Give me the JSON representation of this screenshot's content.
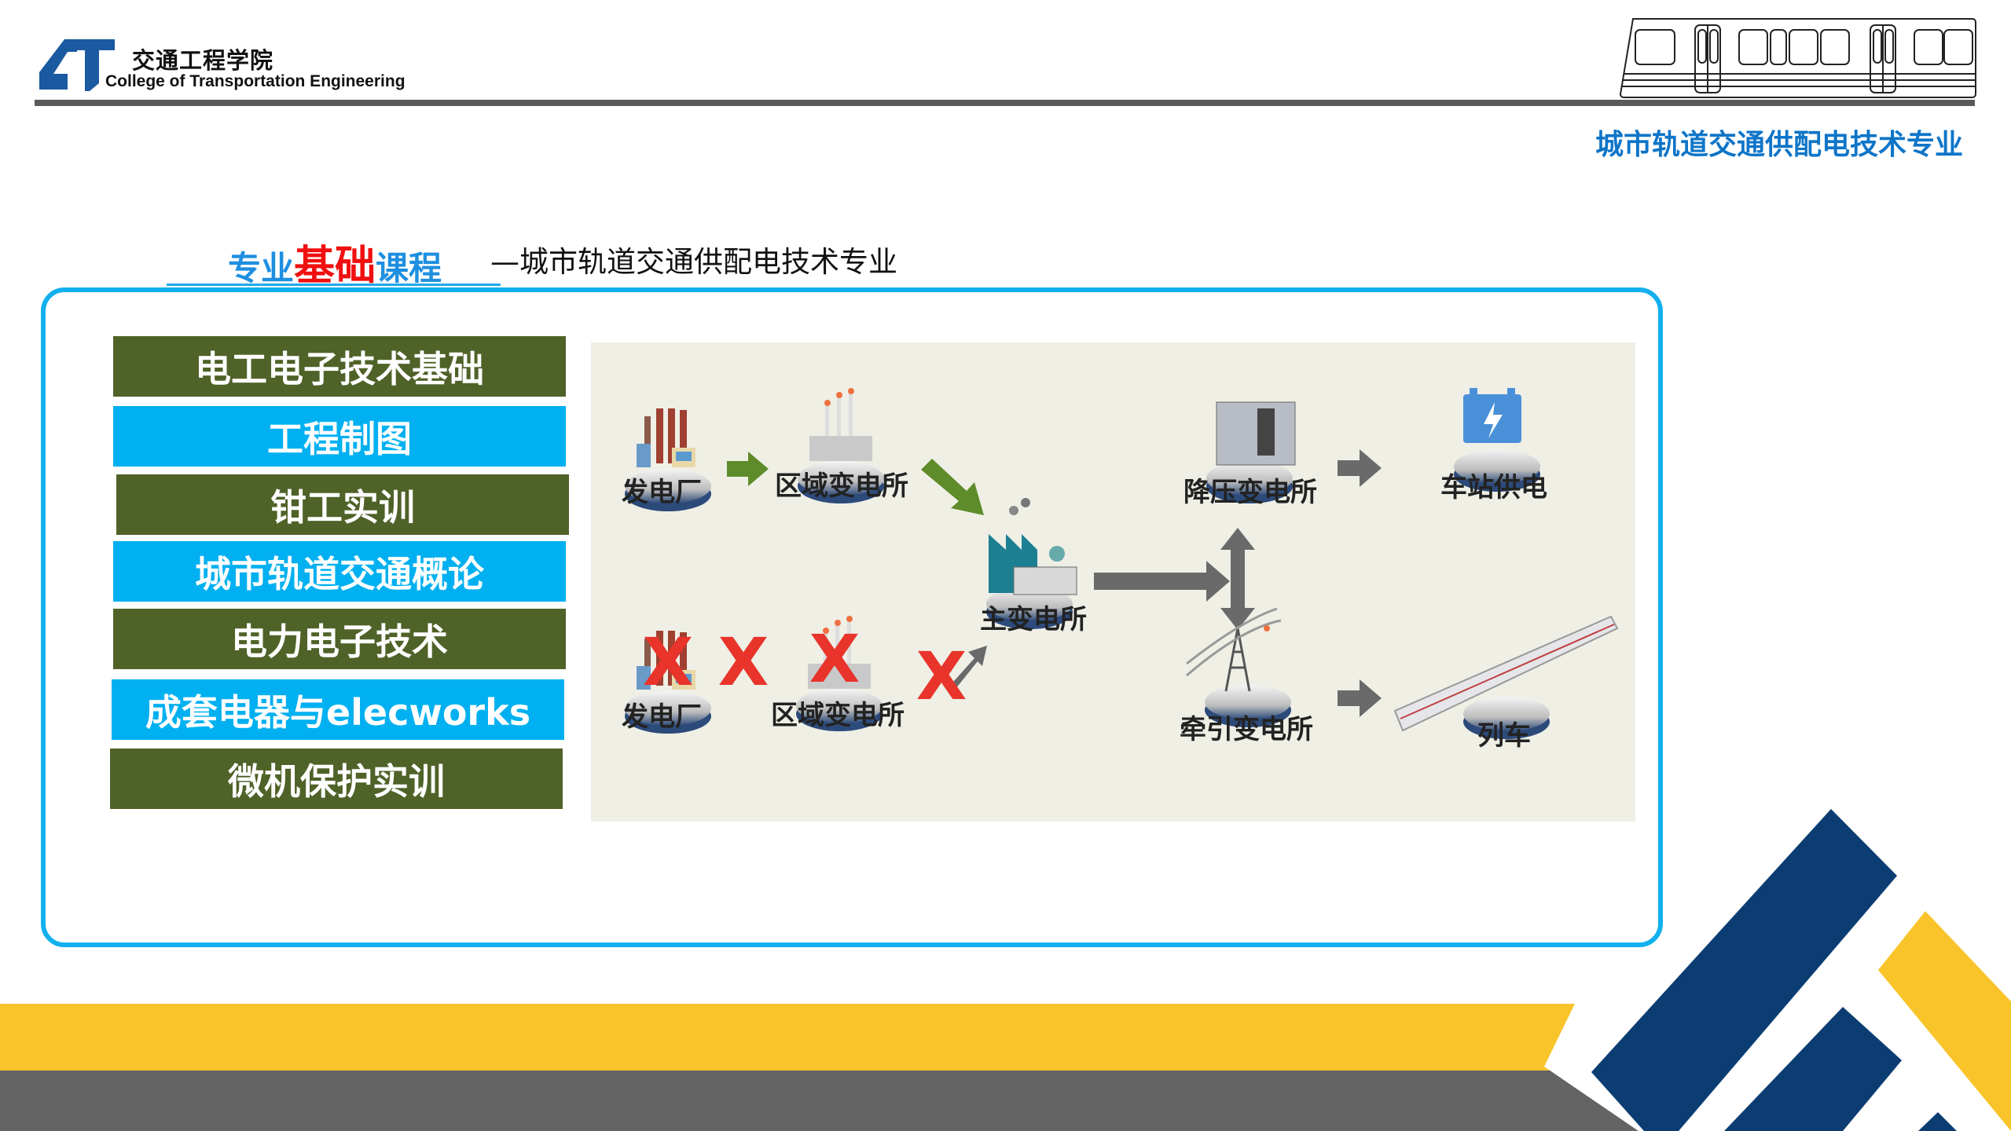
{
  "header": {
    "logo_mark": "CT",
    "college_cn": "交通工程学院",
    "college_en": "College of Transportation Engineering",
    "major": "城市轨道交通供配电技术专业"
  },
  "section": {
    "title_part1": "专业",
    "title_part2": "基础",
    "title_part3": "课程",
    "subtitle": "—城市轨道交通供配电技术专业"
  },
  "courses": [
    {
      "label": "电工电子技术基础",
      "color": "#4f6228"
    },
    {
      "label": "工程制图",
      "color": "#00b0f0"
    },
    {
      "label": "钳工实训",
      "color": "#4f6228"
    },
    {
      "label": "城市轨道交通概论",
      "color": "#00b0f0"
    },
    {
      "label": "电力电子技术",
      "color": "#4f6228"
    },
    {
      "label": "成套电器与elecworks",
      "color": "#00b0f0"
    },
    {
      "label": "微机保护实训",
      "color": "#4f6228"
    }
  ],
  "diagram": {
    "power_plant": "发电厂",
    "regional_substation": "区域变电所",
    "main_substation": "主变电所",
    "step_down_substation": "降压变电所",
    "station_supply": "车站供电",
    "traction_substation": "牵引变电所",
    "train": "列车",
    "power_plant_2": "发电厂",
    "regional_substation_2": "区域变电所",
    "blocked_mark": "X"
  },
  "colors": {
    "olive": "#4f6228",
    "cyan": "#00b0f0",
    "navy": "#0b3d72",
    "yellow": "#f8c42a",
    "red": "#f01010"
  }
}
